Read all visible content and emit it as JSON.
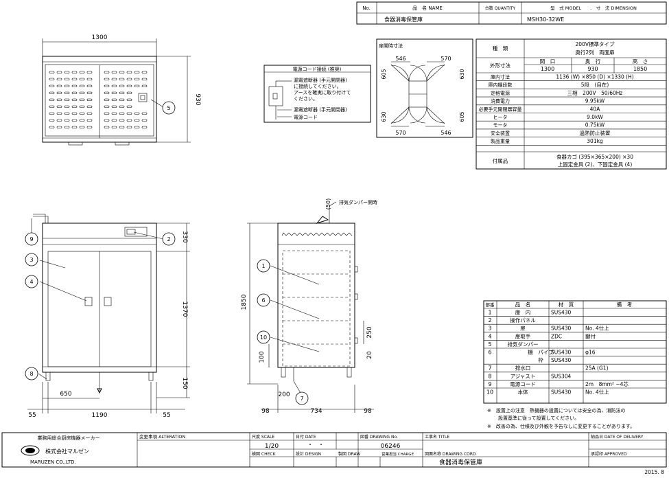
{
  "header": {
    "no_label": "No.",
    "name_label": "品　名 NAME",
    "qty_label": "台数 QUANTITY",
    "model_label": "型　式 MODEL　　.　寸　法 DIMENSION",
    "product_name": "食器消毒保管庫",
    "model": "MSH30-32WE"
  },
  "spec_table": {
    "type_label": "種　類",
    "type_value_1": "200V標準タイプ",
    "type_value_2": "奥行2列　両面扉",
    "outer_label": "外形寸法",
    "w_label": "間　口",
    "d_label": "奥　行",
    "h_label": "高　さ",
    "w": "1300",
    "d": "930",
    "h": "1850",
    "rows": [
      {
        "label": "庫内寸法",
        "value": "1136 (W) ×850 (D) ×1330 (H)"
      },
      {
        "label": "庫内棚段数",
        "value": "5段　(自在)"
      },
      {
        "label": "定格電源",
        "value": "三相　200V　50/60Hz"
      },
      {
        "label": "消費電力",
        "value": "9.95kW"
      },
      {
        "label": "必要手元開閉器容量",
        "value": "40A"
      },
      {
        "label": "ヒータ",
        "value": "9.0kW"
      },
      {
        "label": "モータ",
        "value": "0.75kW"
      },
      {
        "label": "安全装置",
        "value": "過熱防止装置"
      },
      {
        "label": "製品重量",
        "value": "301kg"
      }
    ],
    "acc_label": "付属品",
    "acc_1": "食器カゴ (395×365×200) ×30",
    "acc_2": "上固定金具 (2)、下固定金具 (4)"
  },
  "door_box": {
    "title": "扉開時寸法",
    "d546": "546",
    "d570": "570",
    "d605": "605",
    "d630": "630"
  },
  "power_box": {
    "title": "電源コード接続 (推奨)",
    "line1": "漏電遮断器 (手元開閉器)",
    "line2": "に接続してください。",
    "line3": "アースを確実に取り付けて",
    "line4": "ください。",
    "line5": "漏電遮断器 (手元開閉器)",
    "line6": "電源コード"
  },
  "dims": {
    "top_width": "1300",
    "top_depth": "930",
    "front_h330": "330",
    "front_h1370": "1370",
    "front_h150": "150",
    "front_650": "650",
    "front_55a": "55",
    "front_1190": "1190",
    "front_55b": "55",
    "side_50": "(50)",
    "damper_note": "排気ダンパー開時",
    "side_1850": "1850",
    "side_100": "100",
    "side_250": "250",
    "side_20": "20",
    "side_200": "200",
    "side_98a": "98",
    "side_734": "734",
    "side_98b": "98"
  },
  "parts_table": {
    "h_no": "部番",
    "h_name": "品　名",
    "h_mat": "材　質",
    "h_note": "備　考",
    "rows": [
      {
        "no": "1",
        "name": "庫　内",
        "mat": "SUS430",
        "note": ""
      },
      {
        "no": "2",
        "name": "操作パネル",
        "mat": "",
        "note": ""
      },
      {
        "no": "3",
        "name": "扉",
        "mat": "SUS430",
        "note": "No. 4仕上"
      },
      {
        "no": "4",
        "name": "扉取手",
        "mat": "ZDC",
        "note": "鍵付"
      },
      {
        "no": "5",
        "name": "排気ダンパー",
        "mat": "",
        "note": ""
      },
      {
        "no": "6",
        "name": "棚　パイプ",
        "mat": "SUS430",
        "note": "φ16"
      },
      {
        "no": "",
        "name": "枠",
        "mat": "SUS430",
        "note": ""
      },
      {
        "no": "7",
        "name": "排水口",
        "mat": "",
        "note": "25A (G1)"
      },
      {
        "no": "8",
        "name": "アジャスト",
        "mat": "SUS304",
        "note": ""
      },
      {
        "no": "9",
        "name": "電源コード",
        "mat": "",
        "note": "2m　8mm² −4芯"
      },
      {
        "no": "10",
        "name": "本体",
        "mat": "SUS430",
        "note": "No. 4仕上"
      }
    ],
    "shelf_label": "棚"
  },
  "notes": {
    "n1": "※　設置上の注意　熱機器の設置については安全の為、消防法の",
    "n2": "設置基準に従って設置してください。",
    "n3": "※　改善の為、仕様及び外観を予告なしに変更することがあります。"
  },
  "title_block": {
    "maker_tag": "業務用総合厨房機器メーカー",
    "company": "株式会社マルゼン",
    "company_en": "MARUZEN CO.,LTD.",
    "alt_label": "変更事項 ALTERATION",
    "scale_label": "尺度 SCALE",
    "scale": "1/20",
    "date_label": "日付 DATE",
    "date_val": "・　・",
    "drawing_no_label": "図番 DRAWING No.",
    "drawing_no": "06246",
    "work_label": "工事名 TITLE",
    "delivery_label": "納品日 DATE OF DELIVERY",
    "check_label": "検図 CHECK",
    "design_label": "設計 DESIGN",
    "draw_label": "製図 DRAW",
    "charge_label": "営業担当 CHARGE",
    "cord_label": "図面名称 DRAWING CORD",
    "drawing_name": "食器消毒保管庫",
    "approved_label": "承認印 APPROVED",
    "year": "2015. 8"
  },
  "callouts": [
    "1",
    "2",
    "3",
    "4",
    "5",
    "6",
    "7",
    "8",
    "9",
    "10"
  ]
}
